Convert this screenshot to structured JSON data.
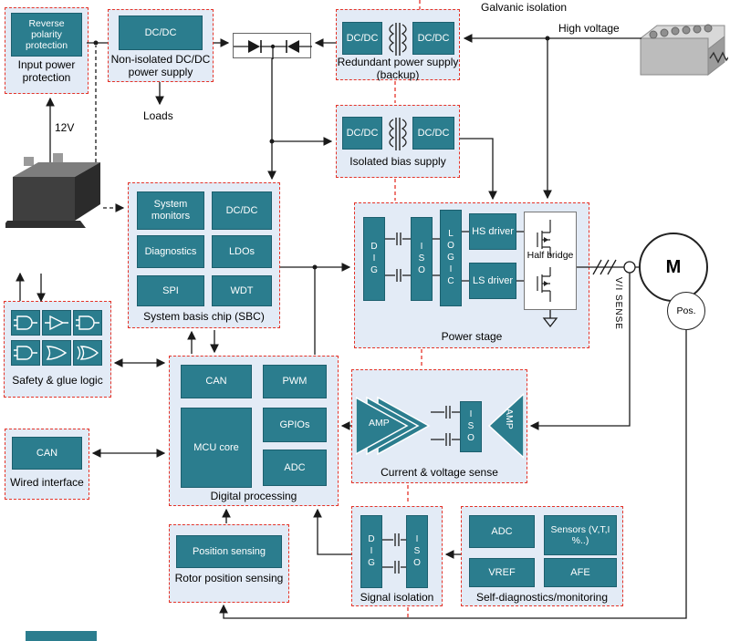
{
  "colors": {
    "accent": "#2b7d8e",
    "isolation_red": "#e53328",
    "group_fill": "#e3ebf6"
  },
  "annotations": {
    "galvanic_isolation": "Galvanic isolation",
    "high_voltage": "High voltage",
    "battery_12v": "12V",
    "loads": "Loads",
    "vi_sense": "V/I SENSE",
    "motor": "M",
    "pos": "Pos."
  },
  "groups": {
    "input_power": {
      "label": "Input power protection",
      "block": "Reverse polarity protection"
    },
    "nonisolated": {
      "label": "Non-isolated DC/DC power supply",
      "dcdc": "DC/DC"
    },
    "redundant": {
      "label": "Redundant power supply (backup)",
      "dcdc_left": "DC/DC",
      "dcdc_right": "DC/DC"
    },
    "bias": {
      "label": "Isolated bias supply",
      "dcdc_left": "DC/DC",
      "dcdc_right": "DC/DC"
    },
    "sbc": {
      "label": "System basis chip (SBC)",
      "system_monitors": "System monitors",
      "dcdc": "DC/DC",
      "diagnostics": "Diagnostics",
      "ldos": "LDOs",
      "spi": "SPI",
      "wdt": "WDT"
    },
    "power_stage": {
      "label": "Power stage",
      "dig": "DIG",
      "iso": "ISO",
      "logic": "LOGIC",
      "hs_driver": "HS driver",
      "ls_driver": "LS driver",
      "half_bridge": "Half bridge"
    },
    "safety": {
      "label": "Safety & glue logic"
    },
    "wired": {
      "label": "Wired interface",
      "can": "CAN"
    },
    "digital": {
      "label": "Digital processing",
      "can": "CAN",
      "pwm": "PWM",
      "mcu": "MCU core",
      "gpios": "GPIOs",
      "adc": "ADC"
    },
    "cv_sense": {
      "label": "Current & voltage sense",
      "amp_in": "AMP",
      "iso": "ISO",
      "amp_out": "AMP"
    },
    "rotor": {
      "label": "Rotor position sensing",
      "block": "Position sensing"
    },
    "sig_iso": {
      "label": "Signal isolation",
      "dig": "DIG",
      "iso": "ISO"
    },
    "selfdiag": {
      "label": "Self-diagnostics/monitoring",
      "adc": "ADC",
      "sensors": "Sensors (V,T,I %..)",
      "vref": "VREF",
      "afe": "AFE"
    }
  }
}
